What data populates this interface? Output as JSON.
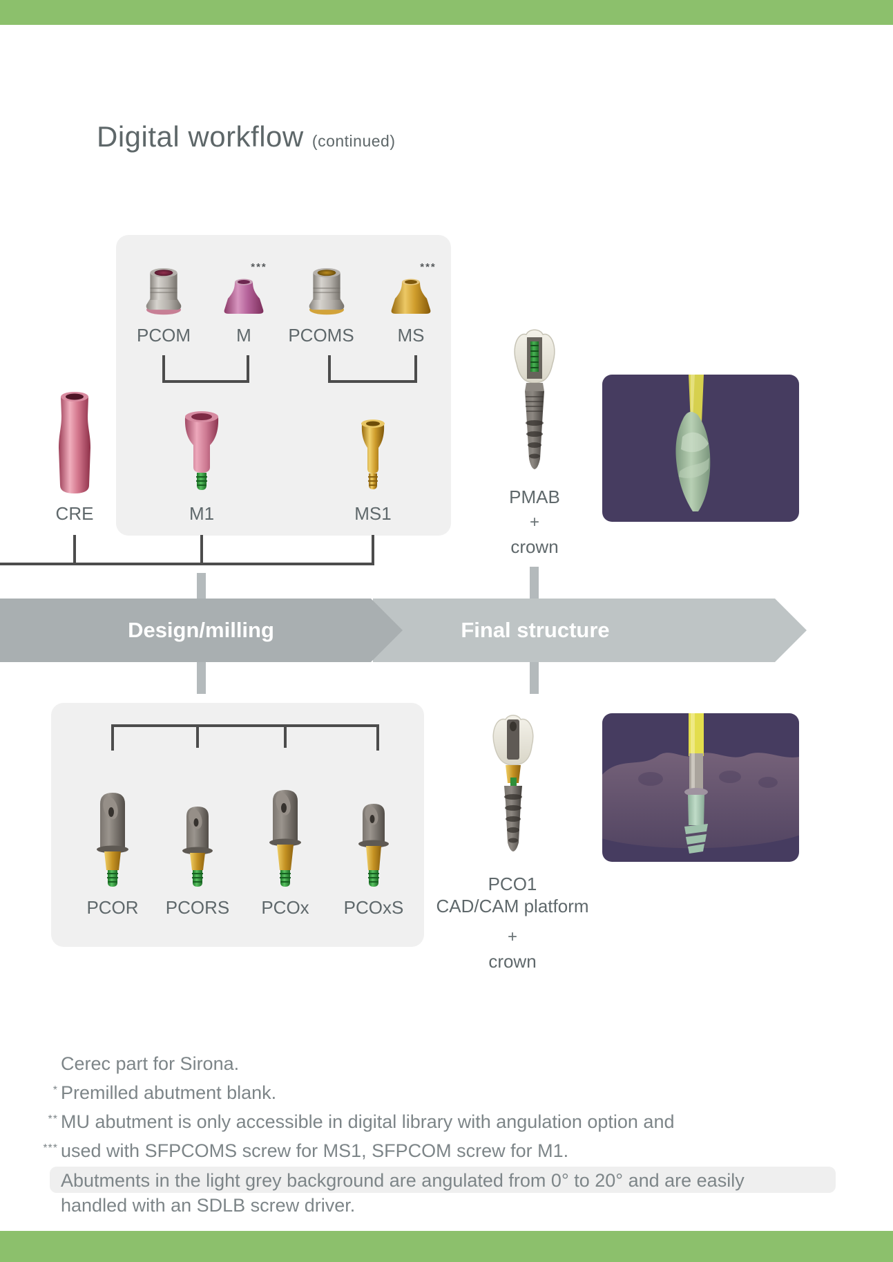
{
  "page": {
    "title": "Digital workflow",
    "title_suffix": "(continued)"
  },
  "colors": {
    "green_bar": "#8cc06c",
    "panel_gray": "#f0f0f0",
    "purple_panel": "#463c60",
    "banner_dark": "#a9afb1",
    "banner_light": "#bec4c5",
    "tree_line": "#4c4c4c",
    "connector_gray": "#b4babc",
    "label_text": "#5f686b",
    "footnote_text": "#7d8588"
  },
  "top_group": {
    "pcom": "PCOM",
    "m": "M",
    "m_mark": "***",
    "pcoms": "PCOMS",
    "ms": "MS",
    "ms_mark": "***"
  },
  "mid_row": {
    "cre": "CRE",
    "m1": "M1",
    "ms1": "MS1"
  },
  "banner": {
    "design": "Design/milling",
    "final": "Final structure"
  },
  "pmab": {
    "name": "PMAB",
    "plus": "+",
    "crown": "crown"
  },
  "lower_group": {
    "pcor": "PCOR",
    "pcors": "PCORS",
    "pcox": "PCOx",
    "pcoxs": "PCOxS"
  },
  "pco1": {
    "name": "PCO1",
    "platform": "CAD/CAM platform",
    "plus": "+",
    "crown": "crown"
  },
  "footnotes": [
    {
      "marker": "",
      "text": "Cerec part for Sirona."
    },
    {
      "marker": "*",
      "text": "Premilled abutment blank."
    },
    {
      "marker": "**",
      "text": "MU abutment is only accessible in digital library with angulation option and"
    },
    {
      "marker": "***",
      "text": "used with SFPCOMS screw for MS1, SFPCOM screw for M1."
    }
  ],
  "note": {
    "line1": "Abutments in the light grey background are angulated from 0° to 20° and are easily",
    "line2": "handled with an SDLB screw driver."
  }
}
